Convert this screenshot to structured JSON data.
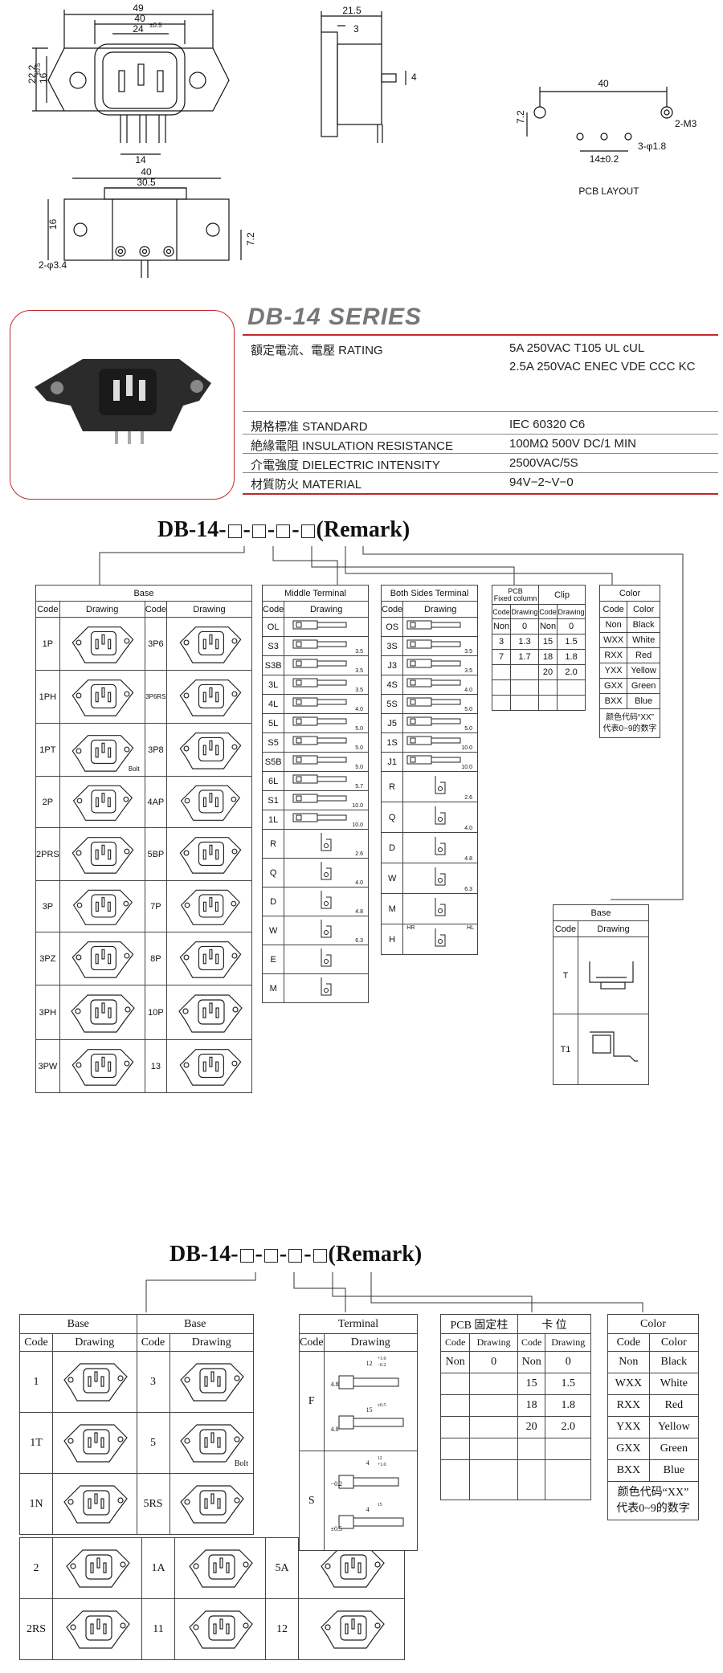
{
  "drawing_top": {
    "dims_front": [
      "49",
      "40",
      "24",
      "±0.5",
      "22.2",
      "16",
      "±0.5",
      "14"
    ],
    "dims_side": [
      "21.5",
      "3",
      "4"
    ],
    "dims_bottom": [
      "40",
      "30.5",
      "16",
      "7.2",
      "2-φ3.4"
    ],
    "pcb": {
      "dims": [
        "40",
        "7.2",
        "2-M3",
        "3-φ1.8",
        "14±0.2"
      ],
      "caption": "PCB LAYOUT"
    }
  },
  "series": {
    "title": "DB-14 SERIES",
    "rows": [
      {
        "key": "額定電流、電壓 RATING",
        "values": [
          "5A 250VAC T105 UL cUL",
          "2.5A 250VAC ENEC VDE CCC KC"
        ]
      },
      {
        "key": "規格標准 STANDARD",
        "values": [
          "IEC 60320 C6"
        ]
      },
      {
        "key": "絶緣電阻 INSULATION RESISTANCE",
        "values": [
          "100MΩ 500V DC/1 MIN"
        ]
      },
      {
        "key": "介電強度 DIELECTRIC INTENSITY",
        "values": [
          "2500VAC/5S"
        ]
      },
      {
        "key": "材質防火 MATERIAL",
        "values": [
          "94V−2~V−0"
        ]
      }
    ],
    "colors": {
      "accent": "#c0282a",
      "title": "#777777"
    }
  },
  "part1": {
    "prefix": "DB-14-",
    "dash": "-",
    "remark": "(Remark)",
    "base": {
      "title": "Base",
      "code_h": "Code",
      "drawing_h": "Drawing",
      "rows": [
        [
          "1P",
          "3P6"
        ],
        [
          "1PH",
          "3P6RS"
        ],
        [
          "1PT",
          "3P8"
        ],
        [
          "2P",
          "4AP"
        ],
        [
          "2PRS",
          "5BP"
        ],
        [
          "3P",
          "7P"
        ],
        [
          "3PZ",
          "8P"
        ],
        [
          "3PH",
          "10P"
        ],
        [
          "3PW",
          "13"
        ]
      ],
      "bolt": "Bolt"
    },
    "middle": {
      "title": "Middle Terminal",
      "code_h": "Code",
      "drawing_h": "Drawing",
      "rows": [
        {
          "code": "OL",
          "dim": ""
        },
        {
          "code": "S3",
          "dim": "3.5"
        },
        {
          "code": "S3B",
          "dim": "3.5"
        },
        {
          "code": "3L",
          "dim": "3.5"
        },
        {
          "code": "4L",
          "dim": "4.0"
        },
        {
          "code": "5L",
          "dim": "5.0"
        },
        {
          "code": "S5",
          "dim": "5.0"
        },
        {
          "code": "S5B",
          "dim": "5.0"
        },
        {
          "code": "6L",
          "dim": "5.7"
        },
        {
          "code": "S1",
          "dim": "10.0"
        },
        {
          "code": "1L",
          "dim": "10.0"
        },
        {
          "code": "R",
          "dim": "2.6"
        },
        {
          "code": "Q",
          "dim": "4.0"
        },
        {
          "code": "D",
          "dim": "4.8"
        },
        {
          "code": "W",
          "dim": "6.3"
        },
        {
          "code": "E",
          "dim": ""
        },
        {
          "code": "M",
          "dim": ""
        }
      ]
    },
    "sides": {
      "title": "Both Sides Terminal",
      "code_h": "Code",
      "drawing_h": "Drawing",
      "rows": [
        {
          "code": "OS",
          "dim": ""
        },
        {
          "code": "3S",
          "dim": "3.5"
        },
        {
          "code": "J3",
          "dim": "3.5"
        },
        {
          "code": "4S",
          "dim": "4.0"
        },
        {
          "code": "5S",
          "dim": "5.0"
        },
        {
          "code": "J5",
          "dim": "5.0"
        },
        {
          "code": "1S",
          "dim": "10.0"
        },
        {
          "code": "J1",
          "dim": "10.0"
        },
        {
          "code": "R",
          "dim": "2.6"
        },
        {
          "code": "Q",
          "dim": "4.0"
        },
        {
          "code": "D",
          "dim": "4.8"
        },
        {
          "code": "W",
          "dim": "6.3"
        },
        {
          "code": "M",
          "dim": ""
        },
        {
          "code": "H",
          "dim": ""
        }
      ],
      "hr": "HR",
      "hl": "HL"
    },
    "pcb": {
      "title1": "PCB",
      "title2": "Fixed column",
      "clip": "Clip",
      "sub": [
        "Code",
        "Drawing",
        "Code",
        "Drawing"
      ],
      "rows": [
        [
          "Non",
          "0",
          "Non",
          "0"
        ],
        [
          "3",
          "1.3",
          "15",
          "1.5"
        ],
        [
          "7",
          "1.7",
          "18",
          "1.8"
        ],
        [
          "",
          "",
          "20",
          "2.0"
        ]
      ]
    },
    "color": {
      "title": "Color",
      "sub": [
        "Code",
        "Color"
      ],
      "rows": [
        [
          "Non",
          "Black"
        ],
        [
          "WXX",
          "White"
        ],
        [
          "RXX",
          "Red"
        ],
        [
          "YXX",
          "Yellow"
        ],
        [
          "GXX",
          "Green"
        ],
        [
          "BXX",
          "Blue"
        ]
      ],
      "note1": "颜色代码“XX”",
      "note2": "代表0~9的数字"
    },
    "base2": {
      "title": "Base",
      "code_h": "Code",
      "drawing_h": "Drawing",
      "rows": [
        "T",
        "T1"
      ]
    }
  },
  "part2": {
    "prefix": "DB-14-",
    "dash": "-",
    "remark": "(Remark)",
    "base": {
      "title": "Base",
      "code_h": "Code",
      "drawing_h": "Drawing",
      "rows": [
        [
          "1",
          "3"
        ],
        [
          "1T",
          "5"
        ],
        [
          "1N",
          "5RS"
        ]
      ],
      "bolt": "Bolt"
    },
    "base_last": [
      [
        "2",
        "1A",
        "5A"
      ],
      [
        "2RS",
        "11",
        "12"
      ]
    ],
    "terminal": {
      "title": "Terminal",
      "code_h": "Code",
      "drawing_h": "Drawing",
      "rows": [
        {
          "code": "F",
          "dims": [
            "12",
            "+1.0",
            "−0.2",
            "4.8",
            "15",
            "±0.5",
            "4.8"
          ]
        },
        {
          "code": "S",
          "dims": [
            "4",
            "12",
            "+1.0",
            "−0.2",
            "4",
            "15",
            "±0.5"
          ]
        }
      ]
    },
    "pcb": {
      "title1": "PCB 固定柱",
      "clip": "卡 位",
      "sub": [
        "Code",
        "Drawing",
        "Code",
        "Drawing"
      ],
      "rows": [
        [
          "Non",
          "0",
          "Non",
          "0"
        ],
        [
          "",
          "",
          "15",
          "1.5"
        ],
        [
          "",
          "",
          "18",
          "1.8"
        ],
        [
          "",
          "",
          "20",
          "2.0"
        ],
        [
          "",
          "",
          "",
          ""
        ]
      ]
    },
    "color": {
      "title": "Color",
      "sub": [
        "Code",
        "Color"
      ],
      "rows": [
        [
          "Non",
          "Black"
        ],
        [
          "WXX",
          "White"
        ],
        [
          "RXX",
          "Red"
        ],
        [
          "YXX",
          "Yellow"
        ],
        [
          "GXX",
          "Green"
        ],
        [
          "BXX",
          "Blue"
        ]
      ],
      "note1": "颜色代码“XX”",
      "note2": "代表0~9的数字"
    }
  }
}
